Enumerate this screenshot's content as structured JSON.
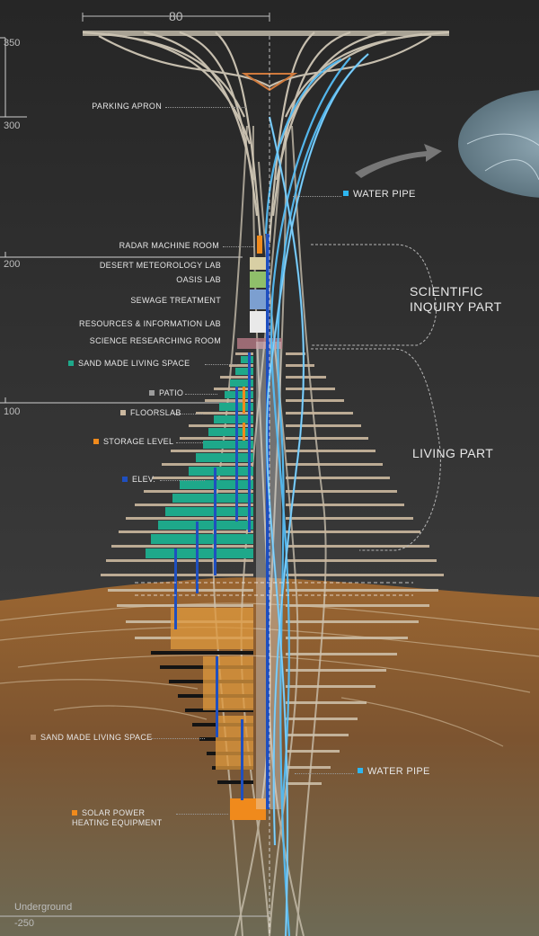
{
  "colors": {
    "sky": "#2b2b2b",
    "ground": "#8a5a2b",
    "ground_light": "#a8743c",
    "ground_far": "#6f6a52",
    "structure": "#cfc6b4",
    "green": "#1ea88a",
    "orange": "#f08a1c",
    "elev": "#1f4fbf",
    "pipe": "#56bdf5",
    "patio": "#9c9c9c",
    "floorslab": "#cbb89f",
    "label": "#e6e6e6"
  },
  "dimension": {
    "width_label": "80"
  },
  "scale": {
    "m350": "350",
    "m300": "300",
    "m200": "200",
    "m100": "100",
    "underground": "Underground",
    "m_minus250": "-250"
  },
  "labels": {
    "parking_apron": "PARKING APRON",
    "water_pipe_top": "WATER PIPE",
    "radar_machine_room": "RADAR MACHINE ROOM",
    "desert_meteorology_lab": "DESERT METEOROLOGY LAB",
    "oasis_lab": "OASIS LAB",
    "sewage_treatment": "SEWAGE TREATMENT",
    "resources_information_lab": "RESOURCES & INFORMATION LAB",
    "science_researching_room": "SCIENCE RESEARCHING ROOM",
    "sand_living_space_top": "SAND MADE LIVING SPACE",
    "patio": "PATIO",
    "floorslab": "FLOORSLAB",
    "storage_level": "STORAGE LEVEL",
    "elev": "ELEV.",
    "sand_living_space_bottom": "SAND MADE LIVING SPACE",
    "water_pipe_bottom": "WATER PIPE",
    "solar_line1": "SOLAR POWER",
    "solar_line2": "HEATING EQUIPMENT"
  },
  "parts": {
    "scientific_line1": "SCIENTIFIC",
    "scientific_line2": "INQUIRY PART",
    "living": "LIVING PART"
  }
}
